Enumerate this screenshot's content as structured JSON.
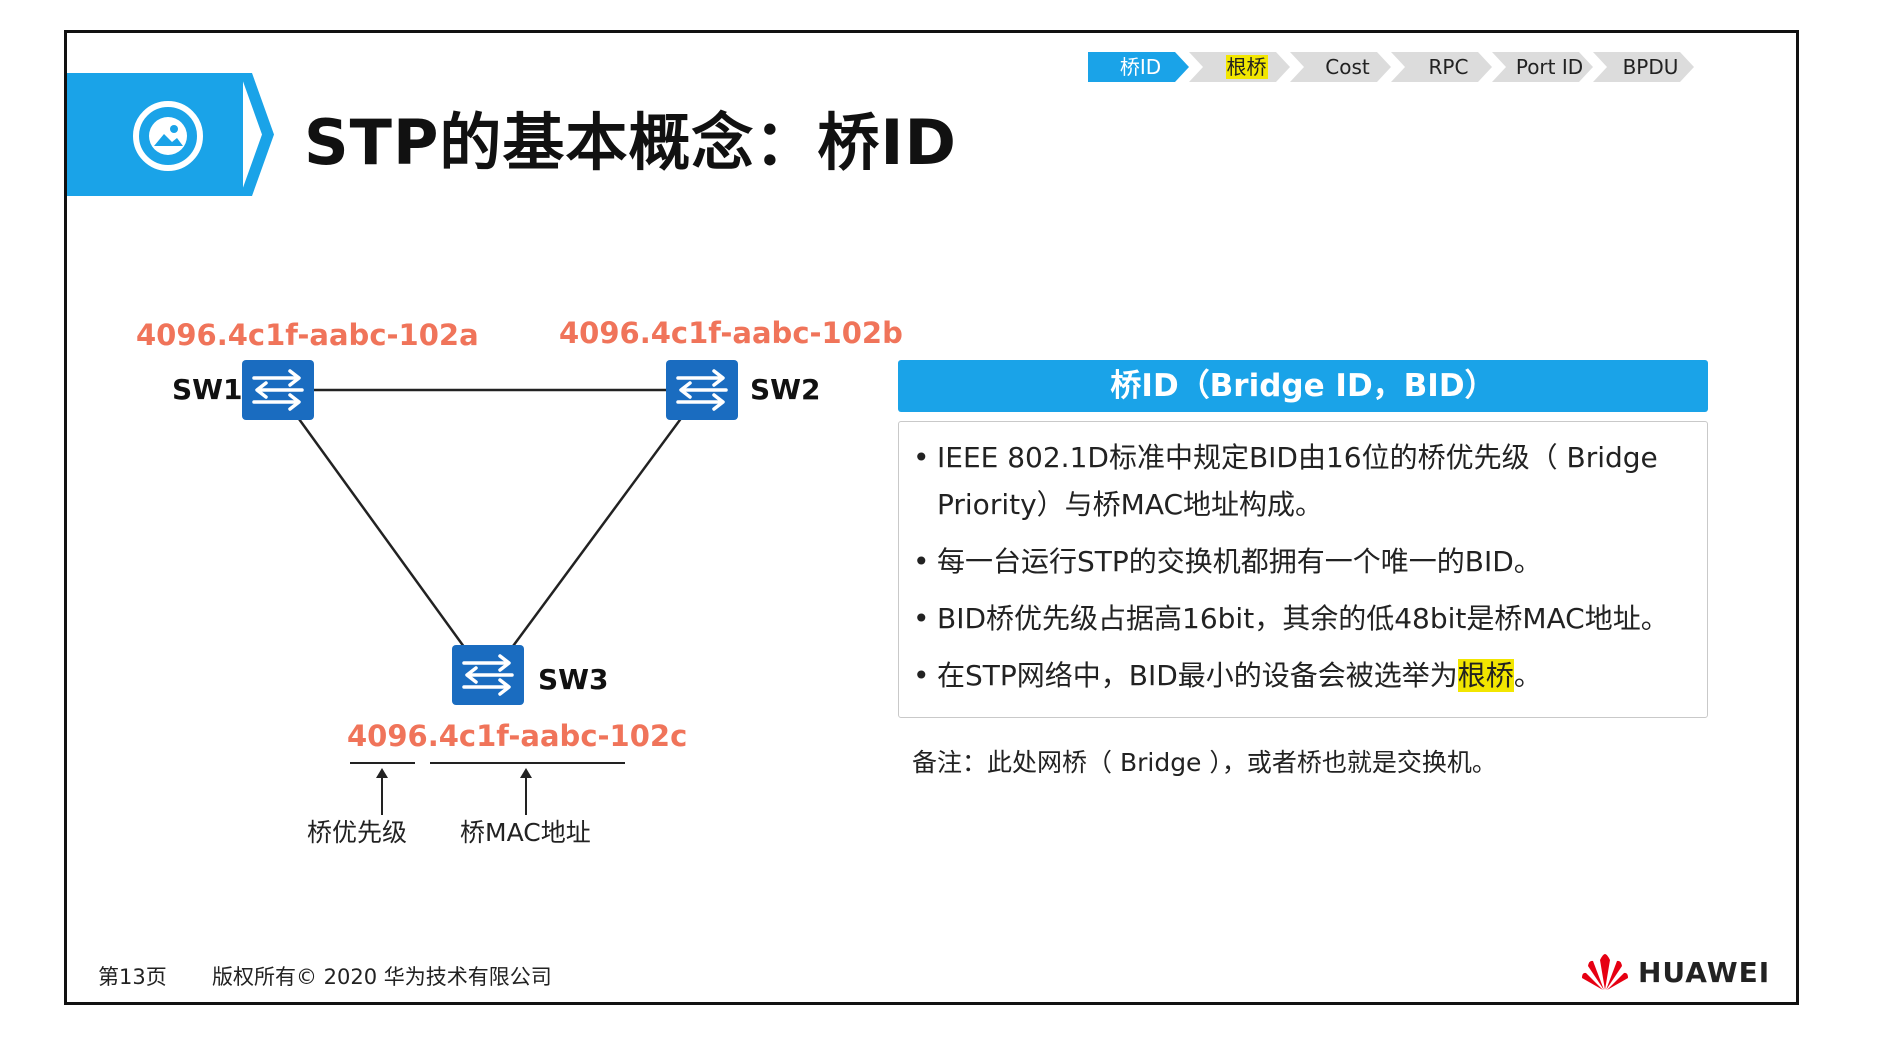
{
  "nav": {
    "crumbs": [
      {
        "label": "桥ID",
        "active": true
      },
      {
        "label": "根桥",
        "highlight": true
      },
      {
        "label": "Cost"
      },
      {
        "label": "RPC"
      },
      {
        "label": "Port ID"
      },
      {
        "label": "BPDU"
      }
    ]
  },
  "title": "STP的基本概念：桥ID",
  "title_icon": "image-icon",
  "colors": {
    "accent": "#1aa3e8",
    "bid": "#f0745a",
    "highlight": "#f2e600",
    "switch": "#1a6cc0"
  },
  "topology": {
    "switches": [
      {
        "name": "SW1",
        "bid": "4096.4c1f-aabc-102a"
      },
      {
        "name": "SW2",
        "bid": "4096.4c1f-aabc-102b"
      },
      {
        "name": "SW3",
        "bid": "4096.4c1f-aabc-102c"
      }
    ],
    "captions": {
      "priority": "桥优先级",
      "mac": "桥MAC地址"
    }
  },
  "info": {
    "header": "桥ID（Bridge ID，BID）",
    "bullets": [
      "IEEE 802.1D标准中规定BID由16位的桥优先级（ Bridge Priority）与桥MAC地址构成。",
      "每一台运行STP的交换机都拥有一个唯一的BID。",
      "BID桥优先级占据高16bit，其余的低48bit是桥MAC地址。"
    ],
    "last_bullet_pre": "在STP网络中，BID最小的设备会被选举为",
    "last_bullet_hl": "根桥",
    "last_bullet_post": "。",
    "note": "备注：此处网桥（ Bridge ），或者桥也就是交换机。"
  },
  "footer": {
    "page": "第13页",
    "copyright": "版权所有© 2020 华为技术有限公司",
    "brand": "HUAWEI"
  }
}
